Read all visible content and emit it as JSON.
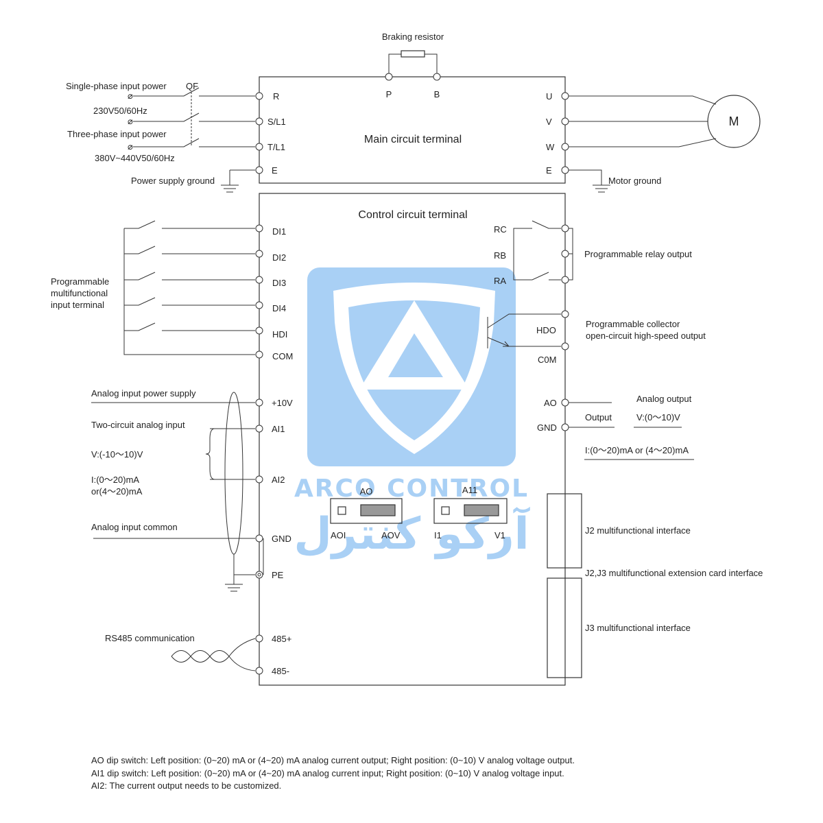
{
  "brand": {
    "blue": "#a9d0f5",
    "wordmark": "ARCO CONTROL",
    "wordmark_fa": "آرکو کنترل"
  },
  "main": {
    "title": "Main circuit terminal",
    "braking_resistor": "Braking resistor",
    "terminals": {
      "p": "P",
      "b": "B",
      "r": "R",
      "s": "S/L1",
      "t": "T/L1",
      "e_in": "E",
      "u": "U",
      "v": "V",
      "w": "W",
      "e_out": "E"
    },
    "single_phase": "Single-phase input power",
    "single_spec": "230V50/60Hz",
    "three_phase": "Three-phase input power",
    "three_spec": "380V~440V50/60Hz",
    "breaker": "QF",
    "power_ground": "Power supply ground",
    "motor": "M",
    "motor_ground": "Motor ground"
  },
  "control": {
    "title": "Control circuit terminal",
    "di_terminals": [
      "DI1",
      "DI2",
      "DI3",
      "DI4",
      "HDI",
      "COM"
    ],
    "prog_input_lines": [
      "Programmable",
      "multifunctional",
      "input terminal"
    ],
    "relay_terminals": [
      "RC",
      "RB",
      "RA"
    ],
    "relay_label": "Programmable relay output",
    "hdo": "HDO",
    "com_out": "C0M",
    "collector_lines": [
      "Programmable collector",
      "open-circuit high-speed output"
    ],
    "p10v": "+10V",
    "ai1": "AI1",
    "ai2": "AI2",
    "gnd_left": "GND",
    "pe": "PE",
    "analog_power": "Analog input power supply",
    "two_circuit": "Two-circuit analog input",
    "v_range": "V:(-10～10)V",
    "i_range_lines": [
      "I:(0～20)mA",
      "or(4～20)mA"
    ],
    "analog_common": "Analog input common",
    "ao": "AO",
    "gnd_right": "GND",
    "output": "Output",
    "analog_output": "Analog output",
    "ao_v": "V:(0～10)V",
    "ao_i": "I:(0～20)mA or (4～20)mA",
    "rs485": "RS485 communication",
    "p485": "485+",
    "n485": "485-",
    "dip_ao": {
      "title": "AO",
      "left": "AOI",
      "right": "AOV"
    },
    "dip_ai": {
      "title": "A11",
      "left": "I1",
      "right": "V1"
    },
    "j2": "J2 multifunctional interface",
    "j2j3": "J2,J3 multifunctional extension card interface",
    "j3": "J3 multifunctional interface"
  },
  "notes": [
    "AO dip switch: Left position: (0~20) mA or (4~20) mA analog current output; Right position: (0~10) V analog voltage output.",
    "AI1 dip switch: Left position: (0~20) mA or (4~20) mA analog current input; Right position: (0~10) V analog voltage input.",
    "AI2: The current output needs to be customized."
  ]
}
